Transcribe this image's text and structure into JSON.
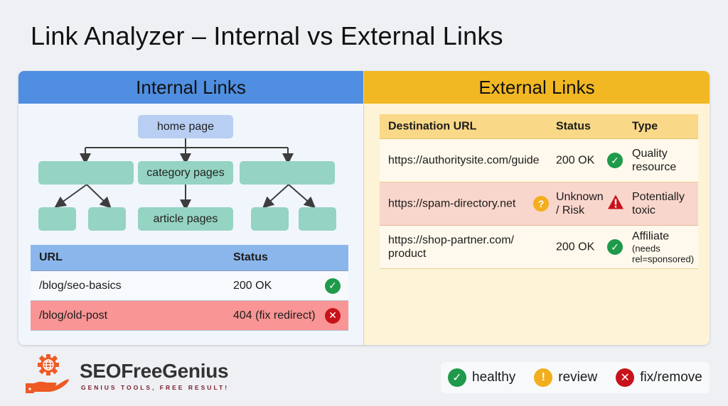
{
  "title": "Link Analyzer – Internal vs External Links",
  "colors": {
    "internal_header": "#4f8ee0",
    "external_header": "#f2b824",
    "healthy": "#1e9a4a",
    "review": "#f2ae1c",
    "fix": "#c8121a",
    "node_home": "#b8cff3",
    "node_green": "#95d3c3",
    "error_row": "#f99595",
    "risk_row": "#f9d6cc"
  },
  "internal": {
    "heading": "Internal Links",
    "tree": {
      "root": "home page",
      "level1": [
        "",
        "category pages",
        ""
      ],
      "level2": [
        "",
        "",
        "article pages",
        "",
        ""
      ]
    },
    "table": {
      "headers": [
        "URL",
        "Status"
      ],
      "rows": [
        {
          "url": "/blog/seo-basics",
          "status": "200 OK",
          "icon": "check-icon",
          "state": "healthy"
        },
        {
          "url": "/blog/old-post",
          "status": "404 (fix redirect)",
          "icon": "x-icon",
          "state": "fix"
        }
      ]
    }
  },
  "external": {
    "heading": "External Links",
    "table": {
      "headers": [
        "Destination URL",
        "Status",
        "Type"
      ],
      "rows": [
        {
          "url": "https://authoritysite.com/guide",
          "status": "200 OK",
          "status_icon": "check-icon",
          "type": "Quality resource",
          "type_note": "",
          "state": "healthy"
        },
        {
          "url": "https://spam-directory.net",
          "url_icon": "question-icon",
          "status": "Unknown / Risk",
          "status_icon": "warning-triangle-icon",
          "type": "Potentially toxic",
          "type_note": "",
          "state": "risk"
        },
        {
          "url": "https://shop-partner.com/ product",
          "status": "200 OK",
          "status_icon": "check-icon",
          "type": "Affiliate",
          "type_note": "(needs rel=sponsored)",
          "state": "healthy"
        }
      ]
    }
  },
  "brand": {
    "name": "SEOFreeGenius",
    "tagline": "GENIUS TOOLS, FREE RESULT!",
    "icon": "gear-globe-hand-icon"
  },
  "legend": [
    {
      "icon": "check-icon",
      "label": "healthy",
      "symbol": "✓"
    },
    {
      "icon": "exclamation-icon",
      "label": "review",
      "symbol": "!"
    },
    {
      "icon": "x-icon",
      "label": "fix/remove",
      "symbol": "✕"
    }
  ]
}
